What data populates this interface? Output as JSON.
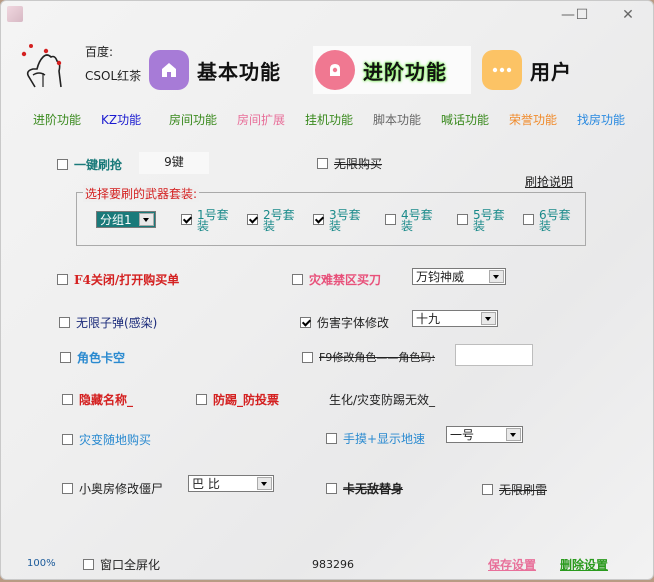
{
  "window": {
    "minimize_icon": "—",
    "maximize_icon": "☐",
    "close_icon": "✕"
  },
  "header": {
    "baidu_label": "百度:",
    "author": "CSOL红茶",
    "tabs": [
      {
        "label": "基本功能",
        "icon": "home-icon",
        "color": "#a77bd7"
      },
      {
        "label": "进阶功能",
        "icon": "camera-icon",
        "color": "#f07891",
        "active": true
      },
      {
        "label": "用户",
        "icon": "more-icon",
        "color": "#fcc365"
      }
    ]
  },
  "subnav": [
    {
      "label": "进阶功能",
      "color": "#3a8a1e"
    },
    {
      "label": "KZ功能",
      "color": "#1a1ad0"
    },
    {
      "label": "房间功能",
      "color": "#3a8a1e"
    },
    {
      "label": "房间扩展",
      "color": "#e8709a"
    },
    {
      "label": "挂机功能",
      "color": "#3a8a1e"
    },
    {
      "label": "脚本功能",
      "color": "#666666"
    },
    {
      "label": "喊话功能",
      "color": "#3a8a1e"
    },
    {
      "label": "荣誉功能",
      "color": "#f08a2a"
    },
    {
      "label": "找房功能",
      "color": "#2a8ae0"
    }
  ],
  "main": {
    "one_key_grab": {
      "label": "一键刷抢",
      "checked": false,
      "key": "9键"
    },
    "unlimited_buy": {
      "label": "无限购买",
      "checked": false
    },
    "grab_help_link": "刷抢说明",
    "weapon_group": {
      "legend": "选择要刷的武器套装:",
      "group_select": "分组1",
      "suits": [
        {
          "label": "1号套装",
          "checked": true
        },
        {
          "label": "2号套装",
          "checked": true
        },
        {
          "label": "3号套装",
          "checked": true
        },
        {
          "label": "4号套装",
          "checked": false
        },
        {
          "label": "5号套装",
          "checked": false
        },
        {
          "label": "6号套装",
          "checked": false
        }
      ]
    },
    "f4_toggle": {
      "label": "F4关闭/打开购买单",
      "checked": false
    },
    "disaster_knife": {
      "label": "灾难禁区买刀",
      "checked": false,
      "select": "万钧神威"
    },
    "infinite_ammo": {
      "label": "无限子弹(感染)",
      "checked": false
    },
    "damage_font": {
      "label": "伤害字体修改",
      "checked": true,
      "select": "十九"
    },
    "role_stuck": {
      "label": "角色卡空",
      "checked": false
    },
    "f9_role": {
      "label": "F9修改角色——角色码:",
      "checked": false,
      "value": ""
    },
    "hide_name": {
      "label": "隐藏名称_",
      "checked": false
    },
    "anti_kick": {
      "label": "防踢_防投票",
      "checked": false
    },
    "bio_note": "生化/灾变防踢无效_",
    "mutation_buy": {
      "label": "灾变随地购买",
      "checked": false
    },
    "hand_touch": {
      "label": "手摸+显示地速",
      "checked": false,
      "select": "一号"
    },
    "small_room_zombie": {
      "label": "小奥房修改僵尸",
      "checked": false,
      "select": "巴 比"
    },
    "invincible_sub": {
      "label": "卡无敌替身",
      "checked": false
    },
    "unlimited_grenade": {
      "label": "无限刷雷",
      "checked": false
    }
  },
  "footer": {
    "zoom": "100%",
    "fullscreen": {
      "label": "窗口全屏化",
      "checked": false
    },
    "code": "983296",
    "save": "保存设置",
    "delete": "删除设置"
  }
}
